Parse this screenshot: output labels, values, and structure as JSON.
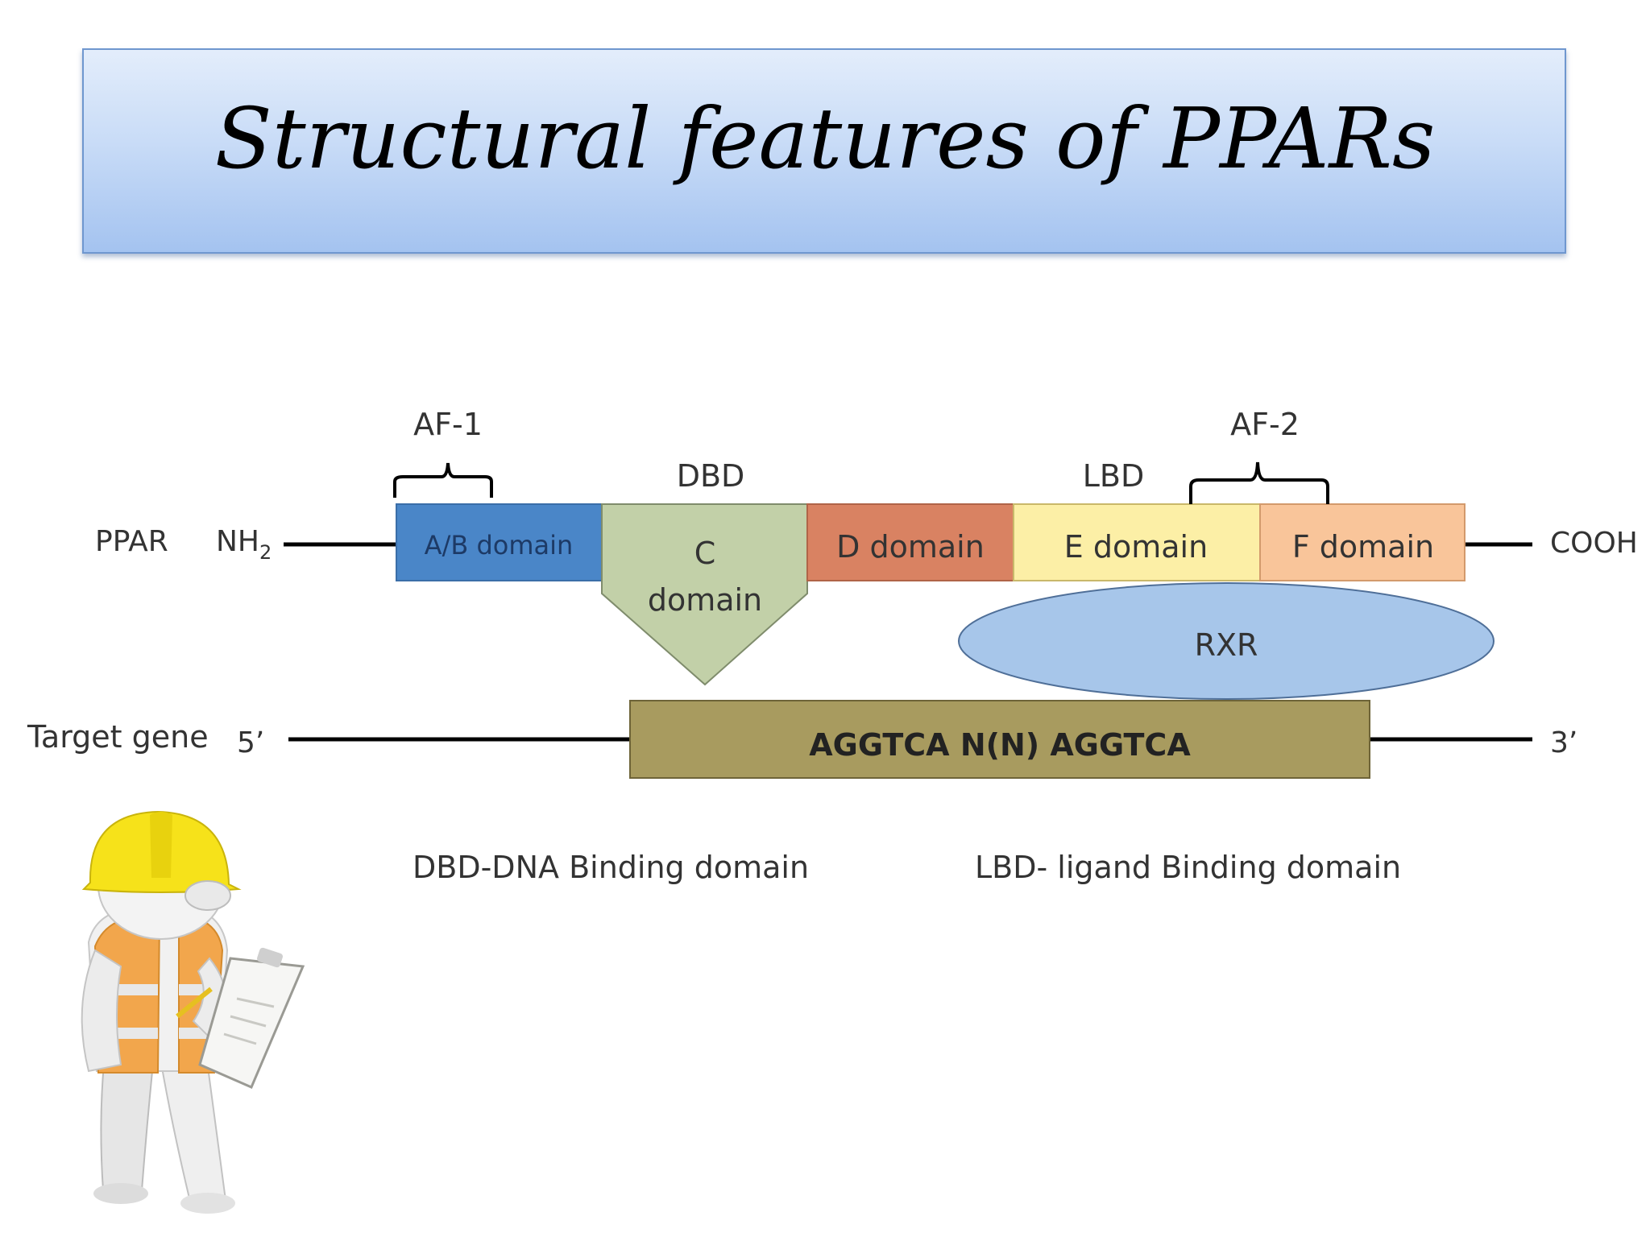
{
  "slide": {
    "title": "Structural features of PPARs"
  },
  "diagram": {
    "protein": {
      "name": "PPAR",
      "n_terminus": "NH",
      "n_terminus_sub": "2",
      "c_terminus": "COOH",
      "domains": [
        {
          "label": "A/B domain",
          "color": "#4a86c8"
        },
        {
          "label_line1": "C",
          "label_line2": "domain",
          "color": "#c2d0a8"
        },
        {
          "label": "D domain",
          "color": "#d98262"
        },
        {
          "label": "E domain",
          "color": "#fcefa6"
        },
        {
          "label": "F domain",
          "color": "#f9c59a"
        }
      ]
    },
    "regions": {
      "af1": "AF-1",
      "af2": "AF-2",
      "dbd": "DBD",
      "lbd": "LBD"
    },
    "partner": {
      "label": "RXR",
      "color": "#a7c6ea"
    },
    "target_gene": {
      "label": "Target gene",
      "five_prime": "5’",
      "three_prime": "3’",
      "sequence": "AGGTCA N(N) AGGTCA",
      "color": "#a89b5f"
    },
    "legend": {
      "dbd": "DBD-DNA Binding domain",
      "lbd": "LBD- ligand Binding domain"
    }
  }
}
